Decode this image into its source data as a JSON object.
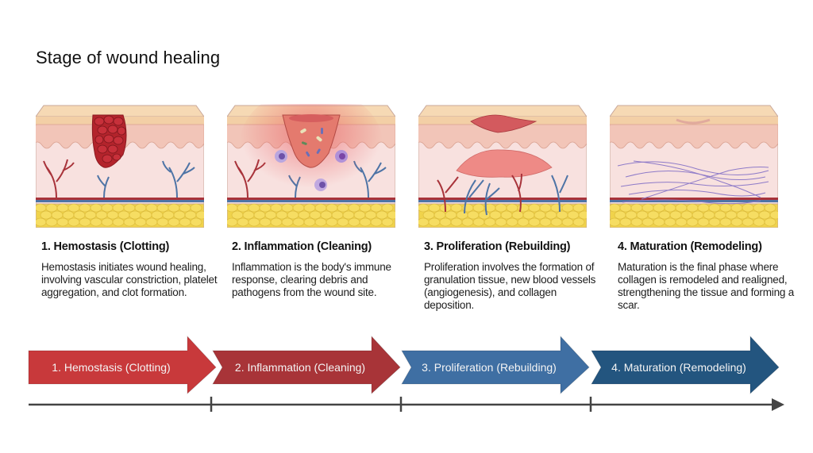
{
  "title": "Stage of wound healing",
  "stages": [
    {
      "number": 1,
      "heading": "1. Hemostasis (Clotting)",
      "description": "Hemostasis initiates wound healing, involving vascular constriction, platelet aggregation, and clot formation.",
      "arrow_label": "1. Hemostasis (Clotting)",
      "arrow_color": "#c8393b",
      "illustration": "blood-clot-in-wound"
    },
    {
      "number": 2,
      "heading": "2. Inflammation (Cleaning)",
      "description": "Inflammation is the body's immune response, clearing debris and pathogens from the wound site.",
      "arrow_label": "2. Inflammation (Cleaning)",
      "arrow_color": "#a83438",
      "illustration": "immune-cells-clearing-debris"
    },
    {
      "number": 3,
      "heading": "3. Proliferation (Rebuilding)",
      "description": "Proliferation involves the formation of granulation tissue, new blood vessels (angiogenesis), and collagen deposition.",
      "arrow_label": "3. Proliferation (Rebuilding)",
      "arrow_color": "#3f6fa3",
      "illustration": "granulation-tissue-new-vessels"
    },
    {
      "number": 4,
      "heading": "4. Maturation (Remodeling)",
      "description": "Maturation is the final phase where collagen is remodeled and realigned, strengthening the tissue and forming a scar.",
      "arrow_label": "4. Maturation (Remodeling)",
      "arrow_color": "#23557f",
      "illustration": "collagen-fibers-scar"
    }
  ],
  "colors": {
    "skin_surface": "#f3cfa6",
    "epidermis": "#f2c5b8",
    "dermis": "#f8e1df",
    "fat": "#f0d34b",
    "artery": "#a8333a",
    "vein": "#4e74a6",
    "timeline_axis": "#444444"
  }
}
